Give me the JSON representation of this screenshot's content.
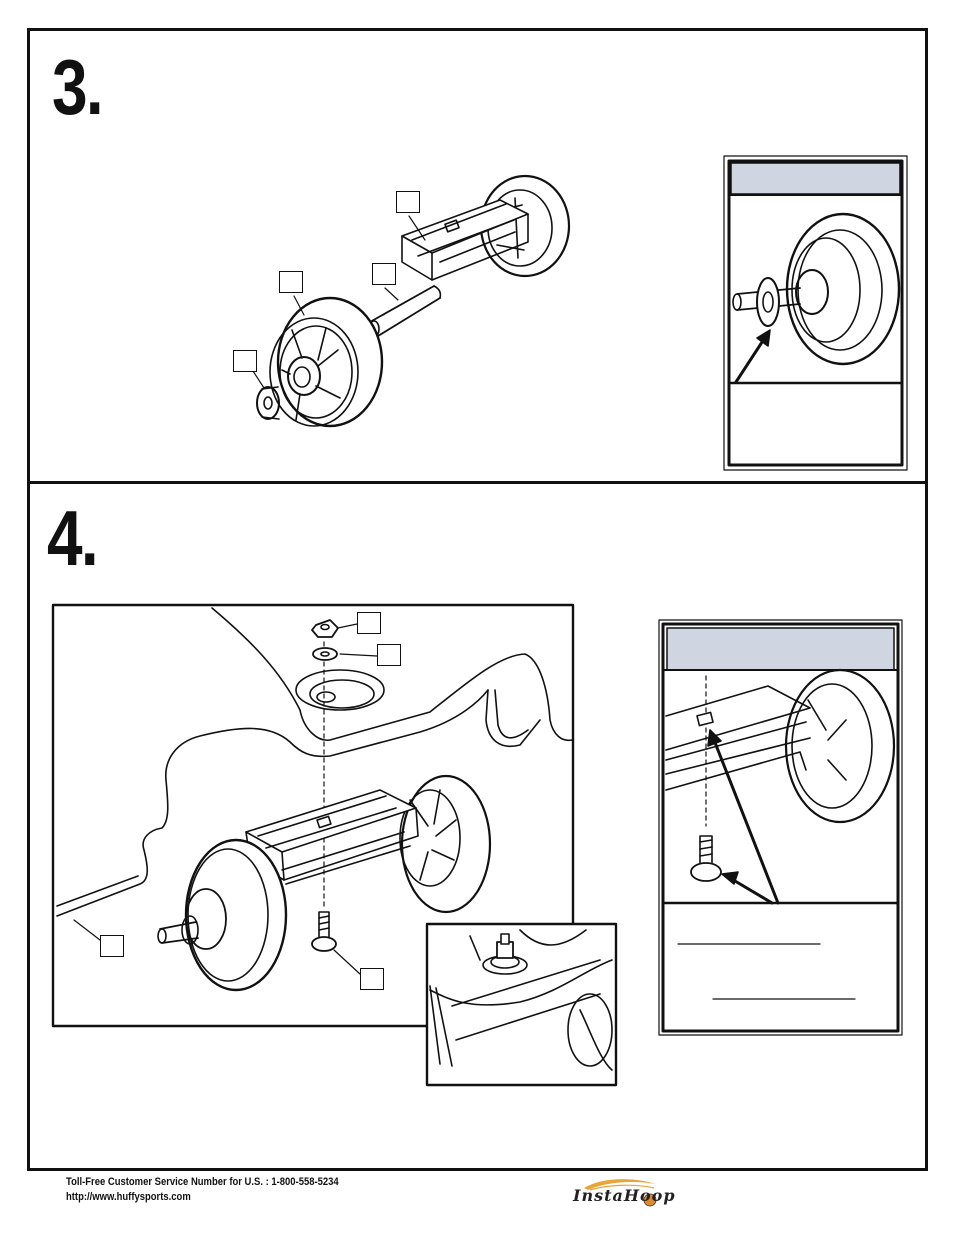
{
  "steps": [
    {
      "number": "3."
    },
    {
      "number": "4."
    }
  ],
  "footer": {
    "phone_line": "Toll-Free Customer Service Number for U.S. : 1-800-558-5234",
    "website": "http://www.huffysports.com"
  },
  "logo": {
    "text": "InstaHoop"
  },
  "colors": {
    "header_fill": "#cfd6e1",
    "ink": "#111111"
  }
}
